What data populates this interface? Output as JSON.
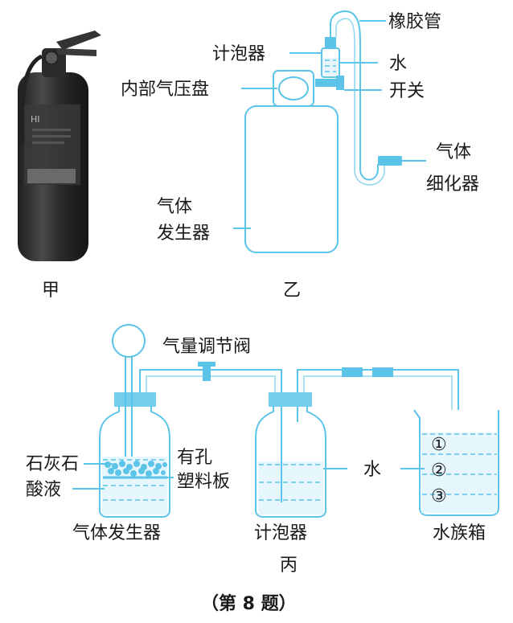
{
  "figure_jia": {
    "caption": "甲",
    "extinguisher_label": "HI"
  },
  "figure_yi": {
    "caption": "乙",
    "labels": {
      "rubber_tube": "橡胶管",
      "bubble_counter": "计泡器",
      "water": "水",
      "pressure_gauge": "内部气压盘",
      "switch": "开关",
      "gas_refiner_line1": "气体",
      "gas_refiner_line2": "细化器",
      "gas_generator_line1": "气体",
      "gas_generator_line2": "发生器"
    }
  },
  "figure_bing": {
    "caption": "丙",
    "labels": {
      "gas_valve": "气量调节阀",
      "limestone": "石灰石",
      "acid": "酸液",
      "perforated_plate_line1": "有孔",
      "perforated_plate_line2": "塑料板",
      "water": "水",
      "gas_generator": "气体发生器",
      "bubble_counter": "计泡器",
      "aquarium": "水族箱",
      "level1": "①",
      "level2": "②",
      "level3": "③"
    }
  },
  "question_label": "（第 8 题）",
  "colors": {
    "line": "#5bc4e8",
    "fill_water": "#e6f6fd",
    "extinguisher": "#3a3a3a"
  }
}
